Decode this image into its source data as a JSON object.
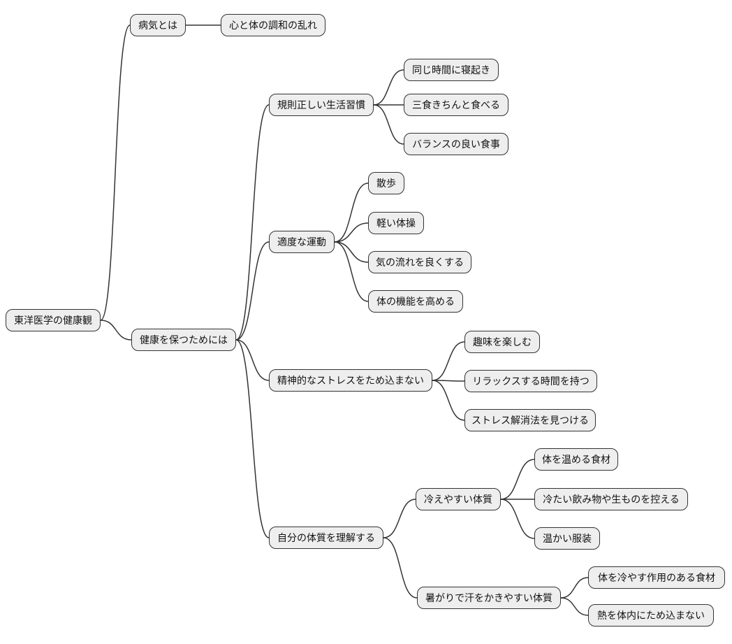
{
  "diagram": {
    "type": "mindmap",
    "background_color": "#ffffff",
    "node_fill_color": "#eeeeee",
    "node_border_color": "#333333",
    "edge_color": "#333333",
    "root": {
      "label": "東洋医学の健康観",
      "children": [
        {
          "label": "病気とは",
          "children": [
            {
              "label": "心と体の調和の乱れ"
            }
          ]
        },
        {
          "label": "健康を保つためには",
          "children": [
            {
              "label": "規則正しい生活習慣",
              "children": [
                {
                  "label": "同じ時間に寝起き"
                },
                {
                  "label": "三食きちんと食べる"
                },
                {
                  "label": "バランスの良い食事"
                }
              ]
            },
            {
              "label": "適度な運動",
              "children": [
                {
                  "label": "散歩"
                },
                {
                  "label": "軽い体操"
                },
                {
                  "label": "気の流れを良くする"
                },
                {
                  "label": "体の機能を高める"
                }
              ]
            },
            {
              "label": "精神的なストレスをため込まない",
              "children": [
                {
                  "label": "趣味を楽しむ"
                },
                {
                  "label": "リラックスする時間を持つ"
                },
                {
                  "label": "ストレス解消法を見つける"
                }
              ]
            },
            {
              "label": "自分の体質を理解する",
              "children": [
                {
                  "label": "冷えやすい体質",
                  "children": [
                    {
                      "label": "体を温める食材"
                    },
                    {
                      "label": "冷たい飲み物や生ものを控える"
                    },
                    {
                      "label": "温かい服装"
                    }
                  ]
                },
                {
                  "label": "暑がりで汗をかきやすい体質",
                  "children": [
                    {
                      "label": "体を冷やす作用のある食材"
                    },
                    {
                      "label": "熱を体内にため込まない"
                    }
                  ]
                }
              ]
            }
          ]
        }
      ]
    }
  }
}
